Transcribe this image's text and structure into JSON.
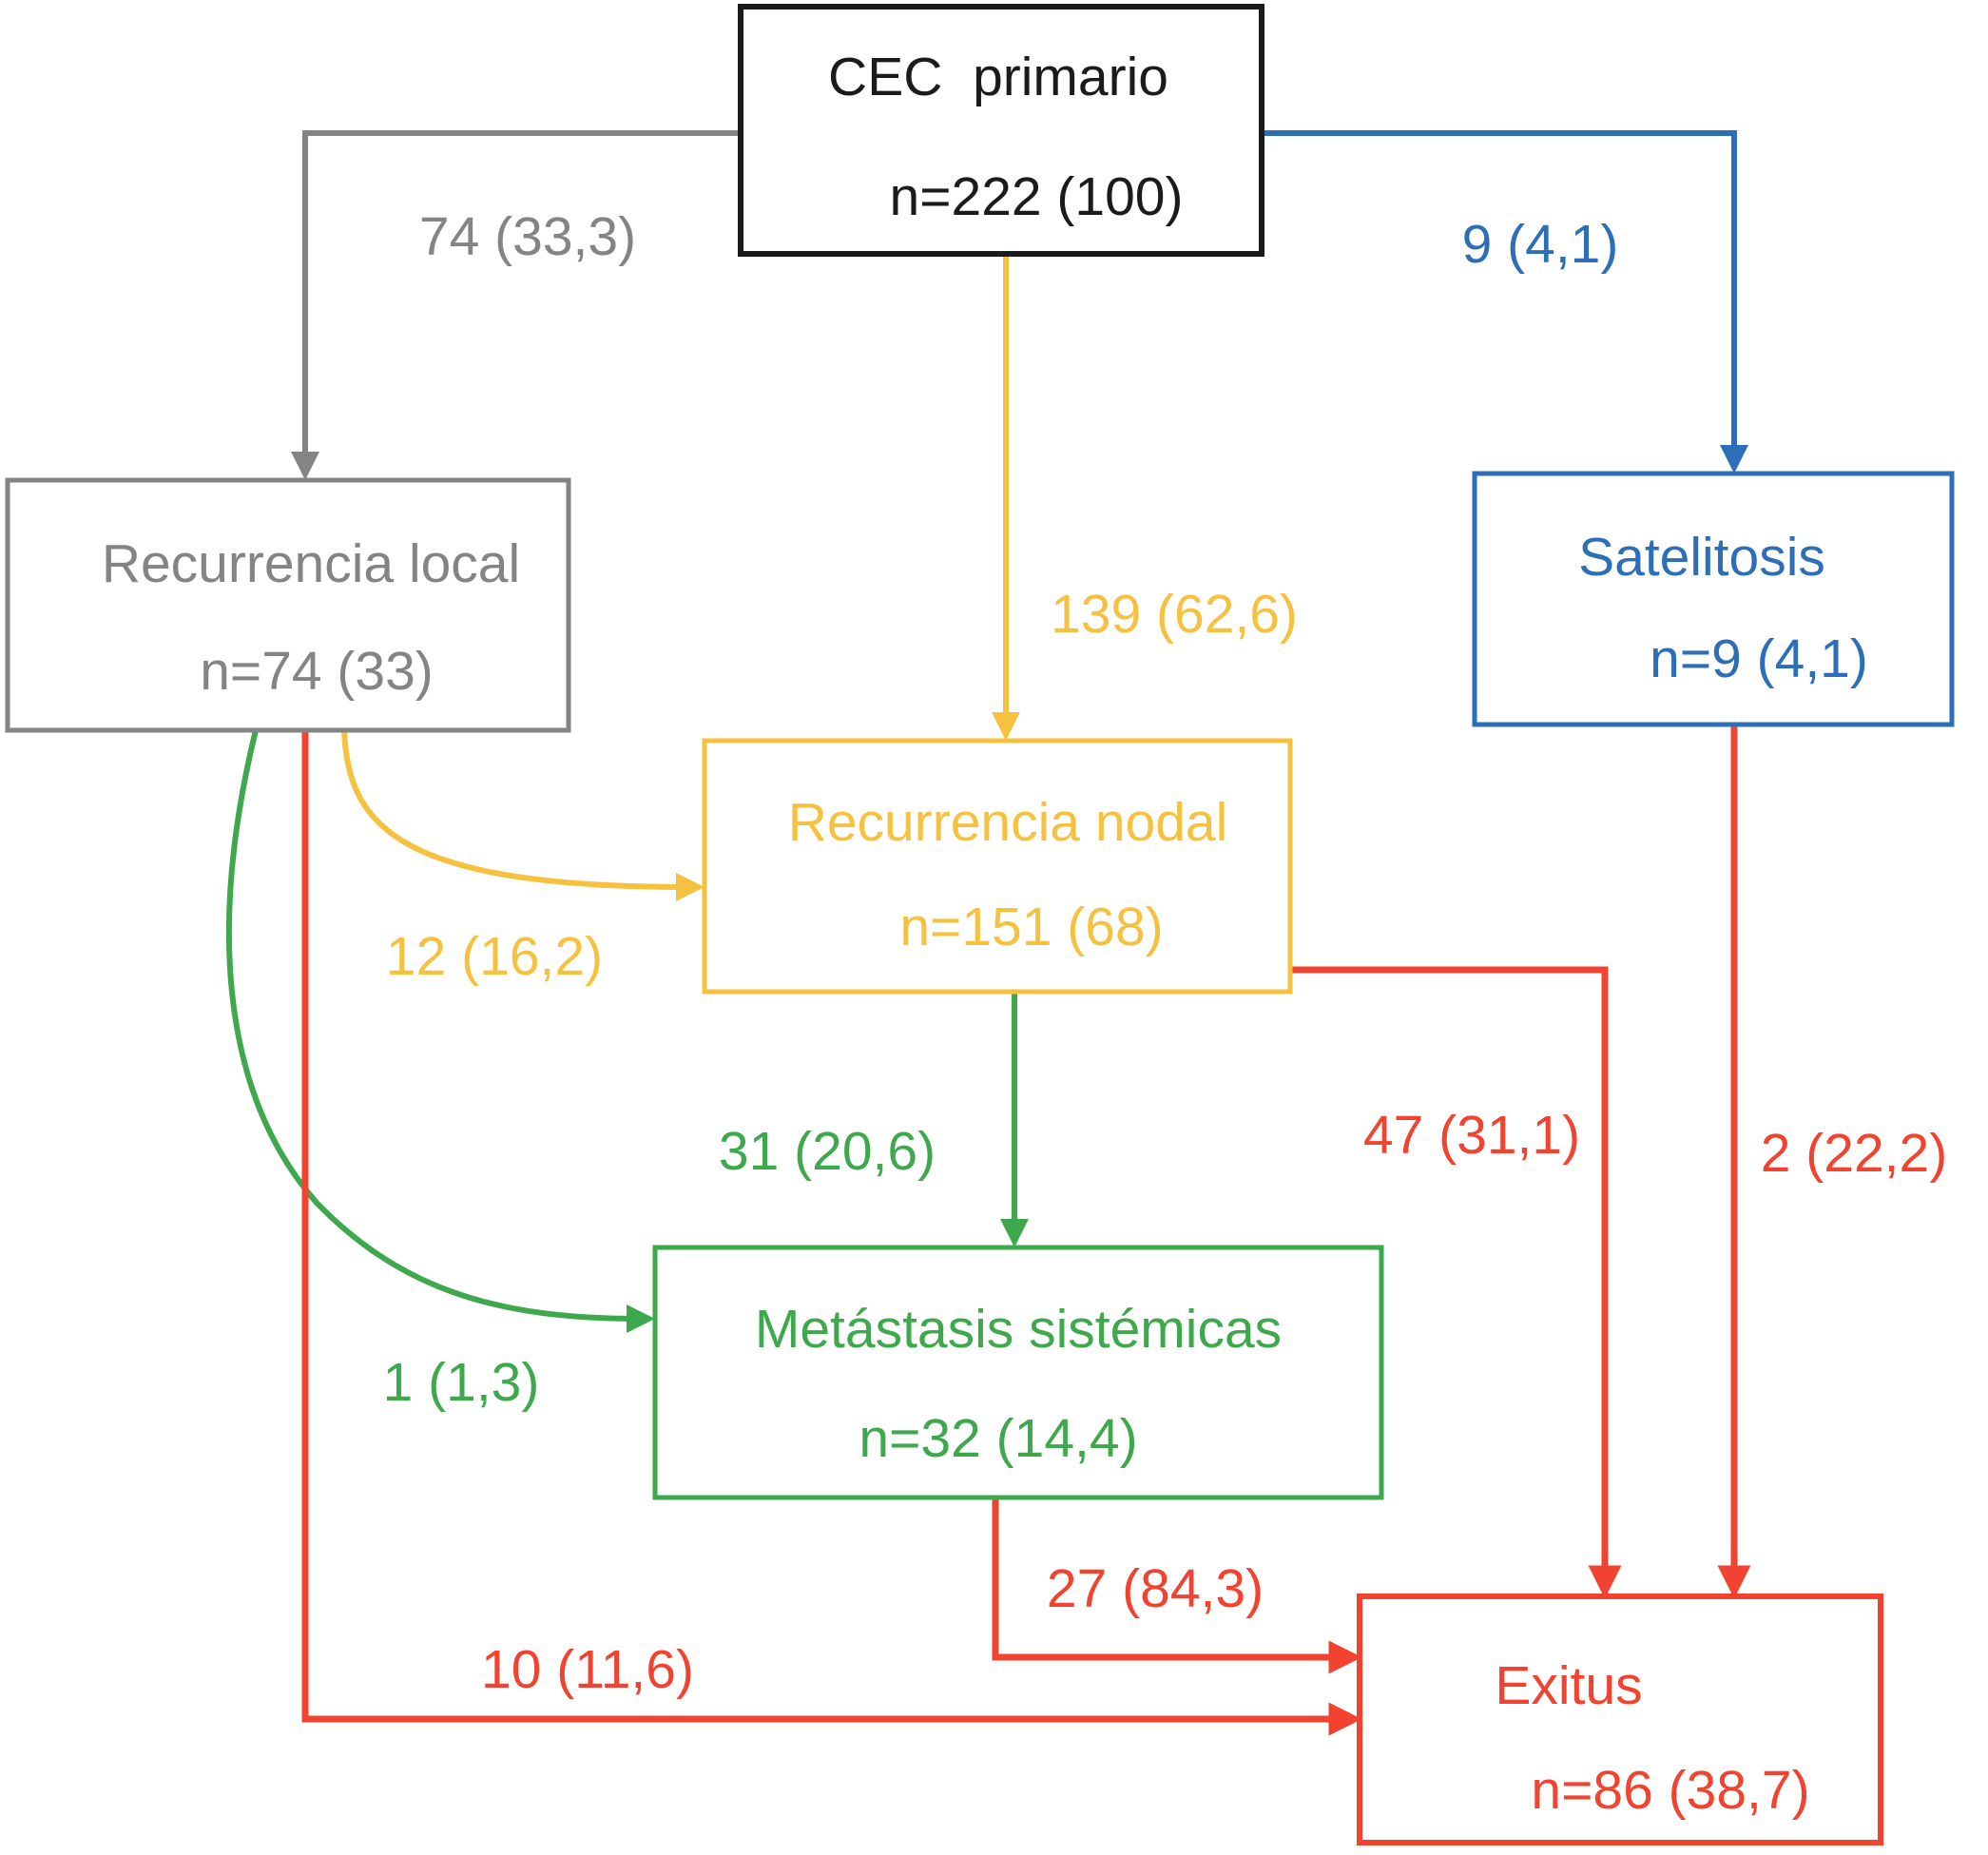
{
  "diagram": {
    "title_semantic": "CEC primario follow-up flowchart",
    "colors": {
      "black": "#1b1b1b",
      "gray": "#848484",
      "blue": "#2d6eb8",
      "yellow": "#f6c13f",
      "green": "#3ea94c",
      "red": "#f1432f"
    },
    "nodes": {
      "cec": {
        "title": "CEC  primario",
        "count": "n=222 (100)"
      },
      "local": {
        "title": "Recurrencia local",
        "count": "n=74 (33)"
      },
      "satelitosis": {
        "title": "Satelitosis",
        "count": "n=9 (4,1)"
      },
      "nodal": {
        "title": "Recurrencia nodal",
        "count": "n=151 (68)"
      },
      "metastasis": {
        "title": "Metástasis sistémicas",
        "count": "n=32 (14,4)"
      },
      "exitus": {
        "title": "Exitus",
        "count": "n=86 (38,7)"
      }
    },
    "edges": {
      "cec_to_local": {
        "label": "74 (33,3)",
        "color": "gray"
      },
      "cec_to_satelitosis": {
        "label": "9 (4,1)",
        "color": "blue"
      },
      "cec_to_nodal": {
        "label": "139 (62,6)",
        "color": "yellow"
      },
      "local_to_nodal": {
        "label": "12 (16,2)",
        "color": "yellow"
      },
      "nodal_to_metastasis": {
        "label": "31 (20,6)",
        "color": "green"
      },
      "local_to_metastasis": {
        "label": "1 (1,3)",
        "color": "green"
      },
      "nodal_to_exitus": {
        "label": "47 (31,1)",
        "color": "red"
      },
      "satelitosis_to_exitus": {
        "label": "2 (22,2)",
        "color": "red"
      },
      "metastasis_to_exitus": {
        "label": "27 (84,3)",
        "color": "red"
      },
      "local_to_exitus": {
        "label": "10 (11,6)",
        "color": "red"
      }
    }
  }
}
